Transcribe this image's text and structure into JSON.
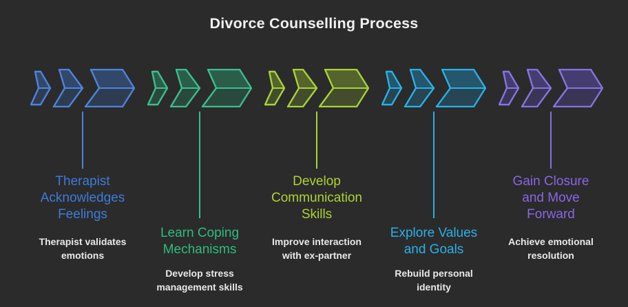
{
  "title": "Divorce Counselling Process",
  "colors": {
    "background": "#2b2b2b",
    "title": "#f1f1f1",
    "description_text": "#e9e9e9"
  },
  "stages": [
    {
      "title": "Therapist\nAcknowledges\nFeelings",
      "description": "Therapist validates\nemotions",
      "icon": "chevron-arrows-icon",
      "color": "#4f84dd",
      "title_color": "#3d7bd9",
      "fill": "#3a6fc4",
      "connector": "short"
    },
    {
      "title": "Learn Coping\nMechanisms",
      "description": "Develop stress\nmanagement skills",
      "icon": "chevron-arrows-icon",
      "color": "#3bbf8e",
      "title_color": "#2dbd81",
      "fill": "#2aa377",
      "connector": "long"
    },
    {
      "title": "Develop\nCommunication\nSkills",
      "description": "Improve interaction\nwith ex-partner",
      "icon": "chevron-arrows-icon",
      "color": "#a9d338",
      "title_color": "#aed233",
      "fill": "#8cb32e",
      "connector": "short"
    },
    {
      "title": "Explore Values\nand Goals",
      "description": "Rebuild personal\nidentity",
      "icon": "chevron-arrows-icon",
      "color": "#27b2e8",
      "title_color": "#29b1e8",
      "fill": "#1d92c4",
      "connector": "long"
    },
    {
      "title": "Gain Closure\nand Move\nForward",
      "description": "Achieve emotional\nresolution",
      "icon": "chevron-arrows-icon",
      "color": "#8873e2",
      "title_color": "#8a65e6",
      "fill": "#6a55cf",
      "connector": "short"
    }
  ]
}
